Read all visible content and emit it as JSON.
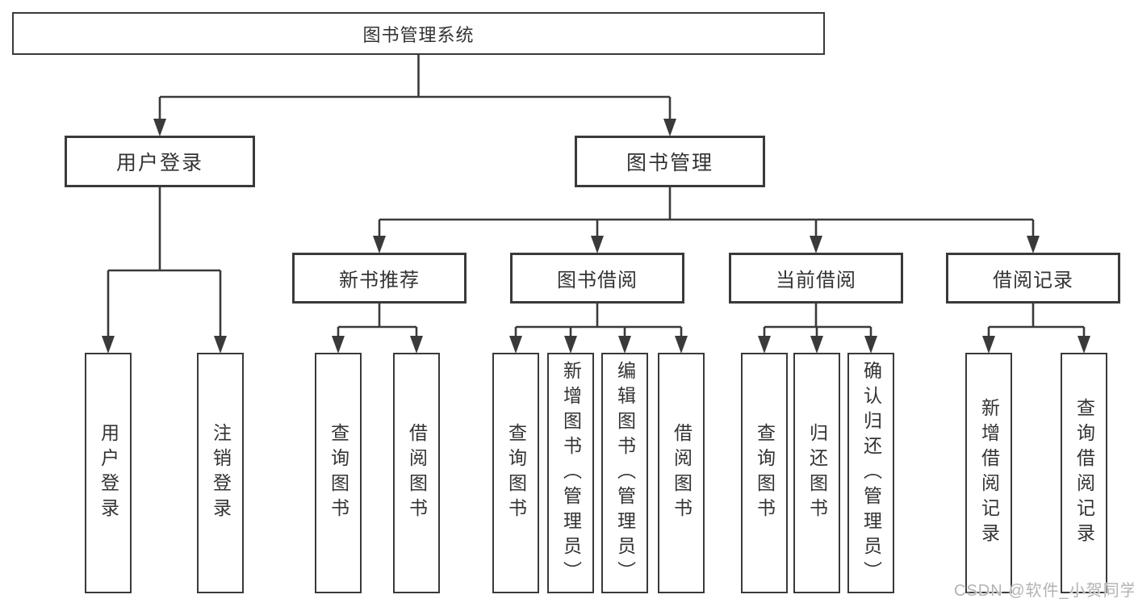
{
  "diagram_type": "hierarchy-tree",
  "tree": {
    "label": "图书管理系统",
    "children": [
      {
        "label": "用户登录",
        "children": [
          {
            "label": "用户登录"
          },
          {
            "label": "注销登录"
          }
        ]
      },
      {
        "label": "图书管理",
        "children": [
          {
            "label": "新书推荐",
            "children": [
              {
                "label": "查询图书"
              },
              {
                "label": "借阅图书"
              }
            ]
          },
          {
            "label": "图书借阅",
            "children": [
              {
                "label": "查询图书"
              },
              {
                "label": "新增图书（管理员）"
              },
              {
                "label": "编辑图书（管理员）"
              },
              {
                "label": "借阅图书"
              }
            ]
          },
          {
            "label": "当前借阅",
            "children": [
              {
                "label": "查询图书"
              },
              {
                "label": "归还图书"
              },
              {
                "label": "确认归还（管理员）"
              }
            ]
          },
          {
            "label": "借阅记录",
            "children": [
              {
                "label": "新增借阅记录"
              },
              {
                "label": "查询借阅记录"
              }
            ]
          }
        ]
      }
    ]
  },
  "watermark": {
    "text": "CSDN @软件_小贺同学"
  },
  "colors": {
    "line": "#3a3a3a",
    "box_border": "#3a3a3a",
    "text": "#333333",
    "watermark": "#b3b3b3",
    "background": "#ffffff"
  }
}
